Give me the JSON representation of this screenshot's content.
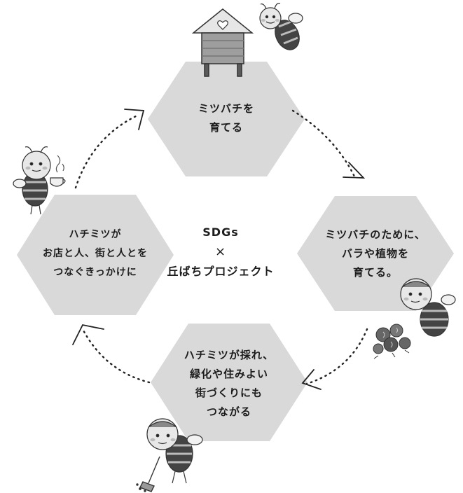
{
  "center": {
    "line1": "SDGs",
    "line2": "×",
    "line3": "丘ばちプロジェクト"
  },
  "steps": [
    {
      "lines": [
        "ミツバチを",
        "育てる"
      ]
    },
    {
      "lines": [
        "ミツバチのために、",
        "バラや植物を",
        "育てる。"
      ]
    },
    {
      "lines": [
        "ハチミツが採れ、",
        "緑化や住みよい",
        "街づくりにも",
        "つながる"
      ]
    },
    {
      "lines": [
        "ハチミツが",
        "お店と人、街と人とを",
        "つなぐきっかけに"
      ]
    }
  ],
  "colors": {
    "hexagon": "#d9d9d9",
    "ink": "#1c1c1c"
  },
  "icons": [
    "beehive-icon",
    "bee-icon",
    "rose-icon",
    "broom-icon",
    "teacup-icon",
    "arrow-icon"
  ]
}
